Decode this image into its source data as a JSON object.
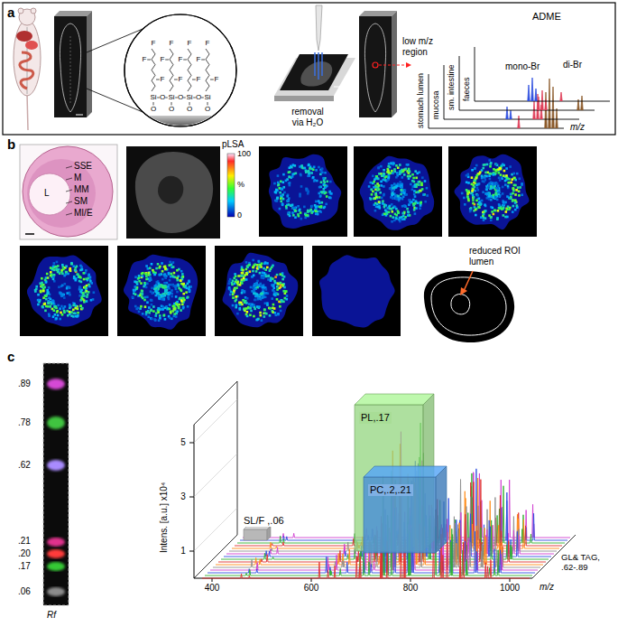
{
  "diagram": {
    "nodes": [
      {
        "text": [
          "PL,.17"
        ]
      },
      {
        "text": [
          "PC,.2,.21"
        ]
      },
      {
        "text": [
          "SL/F ,.06"
        ]
      }
    ],
    "labels": [
      "a",
      "removal via H₂O",
      "low m/z region",
      "ADME",
      "stomach lumen",
      "mucosa",
      "sm. intestine",
      "faeces",
      "mono-Br",
      "di-Br",
      "m/z",
      "b",
      "SSE",
      "M",
      "MM",
      "SM",
      "MI/E",
      "L",
      "pLSA",
      "100",
      "%",
      "0",
      "reduced ROI lumen",
      "c",
      ".89",
      ".78",
      ".62",
      ".21",
      ".20",
      ".17",
      ".06",
      "Rf",
      "Intens. [a.u.] x10⁴",
      "5",
      "3",
      "1",
      "400",
      "600",
      "800",
      "1000",
      "m/z",
      "GL& TAG, .62-.89",
      "F",
      "F",
      "F",
      "F",
      "F",
      "F",
      "F",
      "F",
      "F",
      "F",
      "F",
      "F",
      "Si",
      "Si",
      "Si",
      "Si",
      "O",
      "O",
      "O",
      "O",
      "O",
      "O",
      "O"
    ]
  }
}
